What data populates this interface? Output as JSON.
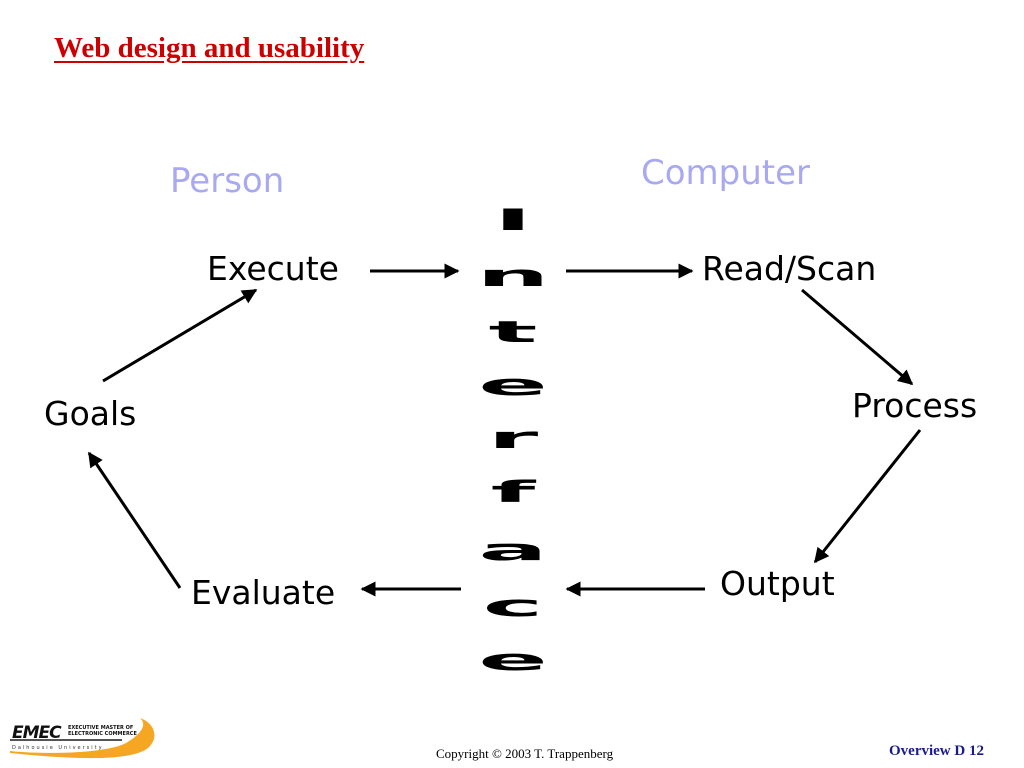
{
  "title": "Web design and usability",
  "labels": {
    "person": "Person",
    "computer": "Computer"
  },
  "nodes": {
    "execute": "Execute",
    "read_scan": "Read/Scan",
    "goals": "Goals",
    "process": "Process",
    "output": "Output",
    "evaluate": "Evaluate"
  },
  "interface_letters": [
    "I",
    "n",
    "t",
    "e",
    "r",
    "f",
    "a",
    "c",
    "e"
  ],
  "footer": {
    "logo_abbrev": "EMEC",
    "logo_line1": "EXECUTIVE MASTER OF",
    "logo_line2": "ELECTRONIC COMMERCE",
    "logo_university": "Dalhousie University",
    "copyright": "Copyright © 2003 T. Trappenberg",
    "slide_number": "Overview D 12"
  },
  "colors": {
    "title": "#cc0000",
    "side_labels": "#a9a9f2",
    "slide_number": "#1a1a8c",
    "logo_swoosh": "#f5a623"
  }
}
